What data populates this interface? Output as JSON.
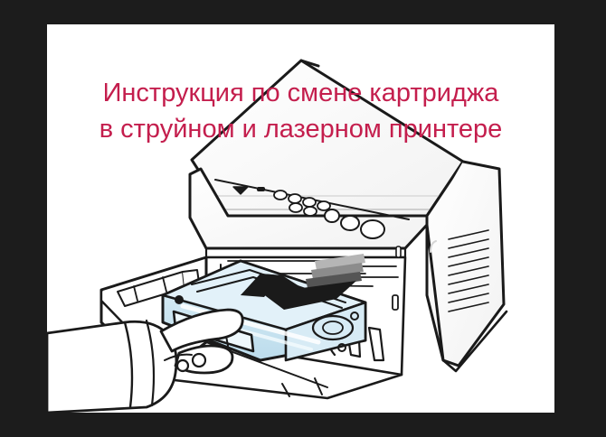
{
  "image": {
    "kind": "instructional-illustration",
    "subject": "laser printer with toner cartridge being removed by hand",
    "frame_color": "#1c1c1c",
    "canvas_color": "#ffffff"
  },
  "overlay": {
    "text_color": "#c41e4d",
    "lines": [
      "Инструкция по смене картриджа",
      "в струйном и лазерном принтере"
    ],
    "line1": "Инструкция по смене картриджа",
    "line2": "в струйном и лазерном принтере"
  },
  "illustration": {
    "style": "black line-art technical drawing",
    "line_color": "#1a1a1a",
    "cartridge_color": "#cfe7f2",
    "cartridge_highlight": "#eaf6fb",
    "arrow_color": "#1a1a1a",
    "motion_streak_colors": [
      "#555555",
      "#8c8c8c",
      "#b5b5b5"
    ],
    "parts": {
      "scanner_lid": "scanner-lid",
      "control_panel": "control-panel",
      "front_door": "front-door-open",
      "side_vents": "side-vent-slats",
      "toner_cartridge": "toner-cartridge",
      "hand": "hand-gripping-cartridge",
      "pull_arrow": "pull-direction-arrow"
    },
    "control_panel_small_buttons": 6,
    "control_panel_large_buttons": 3,
    "side_vent_slats": 9
  }
}
